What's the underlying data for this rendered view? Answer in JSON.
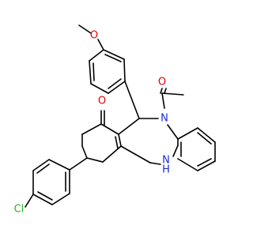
{
  "atom_labels": {
    "methoxy_o": "O",
    "ketone_o": "O",
    "acetyl_o": "O",
    "amide_n": "N",
    "amine_n": "N",
    "amine_h": "H",
    "chlorine": "Cl"
  },
  "colors": {
    "oxygen": "#e60000",
    "nitrogen": "#1c2bd6",
    "chlorine": "#1fb81f",
    "carbon_bond": "#000000",
    "background": "#ffffff"
  }
}
